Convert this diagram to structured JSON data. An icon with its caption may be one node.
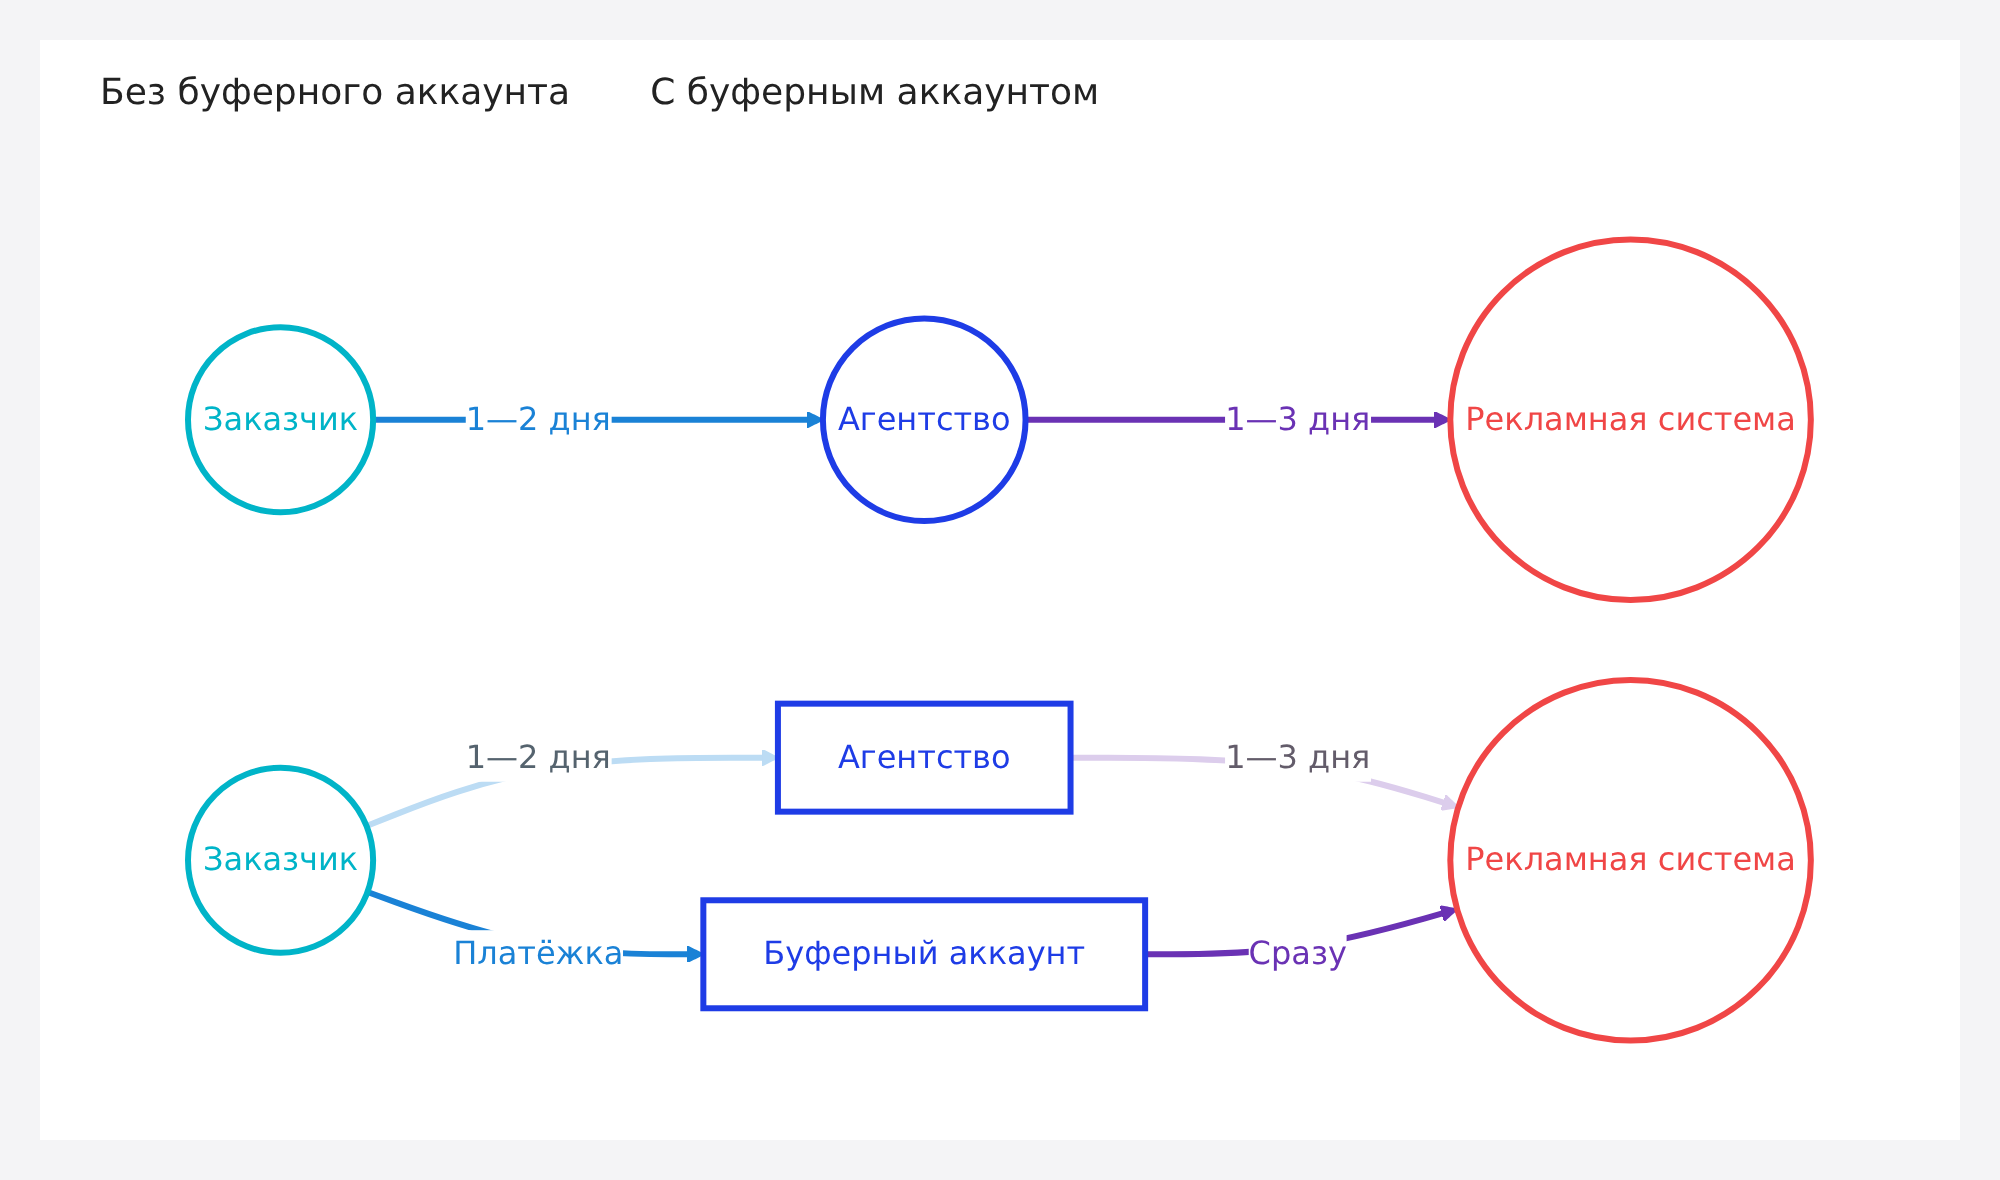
{
  "diagram": {
    "nodes": [
      {
        "text": [
          "Заказчик"
        ]
      },
      {
        "text": [
          "Агентство"
        ]
      },
      {
        "text": [
          "Рекламная система"
        ]
      },
      {
        "text": [
          "Заказчик"
        ]
      },
      {
        "text": [
          "Агентство"
        ]
      },
      {
        "text": [
          "Буферный аккаунт"
        ]
      },
      {
        "text": [
          "Рекламная система"
        ]
      }
    ],
    "edges": [
      {
        "from": 0,
        "to": 1,
        "arrow": "to",
        "label": "1—2 дня",
        "color": "#1a82d6"
      },
      {
        "from": 1,
        "to": 2,
        "arrow": "to",
        "label": "1—3 дня",
        "color": "#6a32b4"
      },
      {
        "from": 3,
        "to": 4,
        "arrow": "to",
        "label": "1—2 дня",
        "color": "#bcdcf4"
      },
      {
        "from": 3,
        "to": 5,
        "arrow": "to",
        "label": "Платёжка",
        "color": "#1a82d6"
      },
      {
        "from": 4,
        "to": 6,
        "arrow": "to",
        "label": "1—3 дня",
        "color": "#dccdec"
      },
      {
        "from": 5,
        "to": 6,
        "arrow": "to",
        "label": "Сразу",
        "color": "#6a32b4"
      }
    ],
    "labels": [
      "Без буферного аккаунта",
      "С буферным аккаунтом"
    ]
  }
}
